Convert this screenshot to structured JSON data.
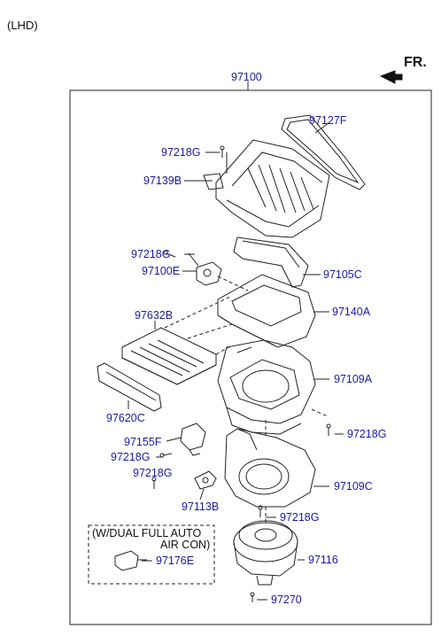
{
  "header": {
    "variant": "(LHD)",
    "direction": "FR.",
    "assembly_number": "97100"
  },
  "callouts": {
    "p97127F": "97127F",
    "p97218G_top": "97218G",
    "p97139B": "97139B",
    "p97218G_mid": "97218G",
    "p97100E": "97100E",
    "p97105C": "97105C",
    "p97632B": "97632B",
    "p97140A": "97140A",
    "p97109A": "97109A",
    "p97620C": "97620C",
    "p97218G_right": "97218G",
    "p97155F": "97155F",
    "p97218G_left": "97218G",
    "p97218G_low": "97218G",
    "p97109C": "97109C",
    "p97113B": "97113B",
    "p97218G_bottom": "97218G",
    "p97116": "97116",
    "p97176E": "97176E",
    "p97270": "97270"
  },
  "option_box": {
    "line1": "(W/DUAL FULL AUTO",
    "line2": "AIR CON)"
  },
  "colors": {
    "label": "#1a1aa8",
    "line": "#222222"
  }
}
